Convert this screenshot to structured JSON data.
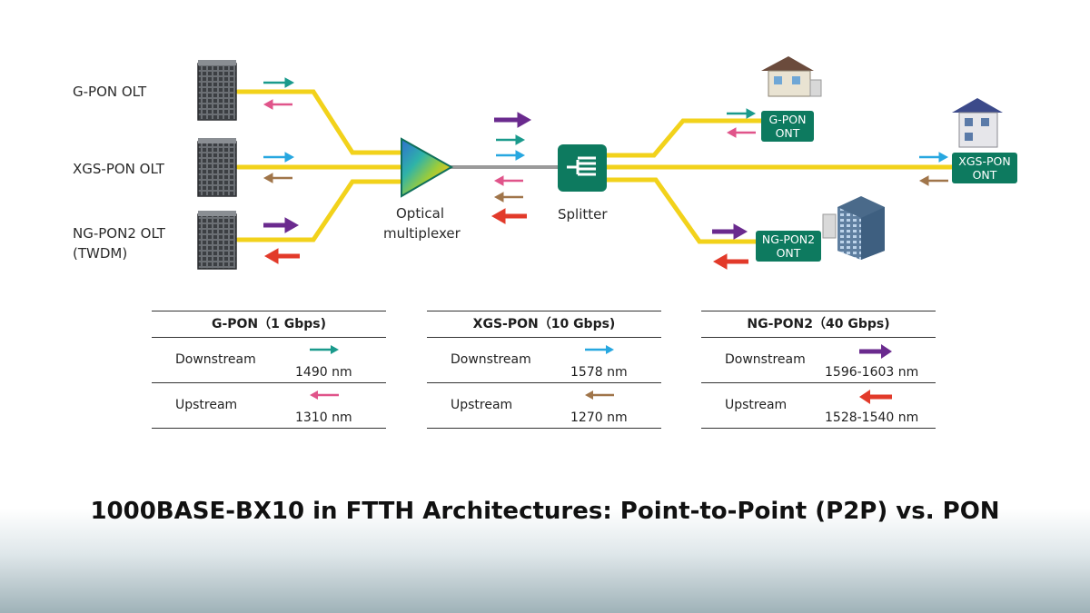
{
  "olts": [
    {
      "label": "G-PON OLT"
    },
    {
      "label": "XGS-PON OLT"
    },
    {
      "label": "NG-PON2 OLT",
      "sublabel": "(TWDM)"
    }
  ],
  "multiplexer": {
    "line1": "Optical",
    "line2": "multiplexer"
  },
  "splitter": {
    "label": "Splitter"
  },
  "onts": [
    {
      "line1": "G-PON",
      "line2": "ONT"
    },
    {
      "line1": "XGS-PON",
      "line2": "ONT"
    },
    {
      "line1": "NG-PON2",
      "line2": "ONT"
    }
  ],
  "colors": {
    "fiber": "#f2d21b",
    "trunk": "#9a9a9a",
    "gpon_down": "#1a9a8c",
    "gpon_up": "#e0548a",
    "xgs_down": "#27a7e0",
    "xgs_up": "#a0754a",
    "ng_down": "#6a2a8e",
    "ng_up": "#e23a2a",
    "ont_badge": "#0d7a5f"
  },
  "tables": [
    {
      "title": "G-PON（1 Gbps)",
      "downstream_label": "Downstream",
      "downstream_nm": "1490 nm",
      "upstream_label": "Upstream",
      "upstream_nm": "1310 nm"
    },
    {
      "title": "XGS-PON（10 Gbps)",
      "downstream_label": "Downstream",
      "downstream_nm": "1578 nm",
      "upstream_label": "Upstream",
      "upstream_nm": "1270 nm"
    },
    {
      "title": "NG-PON2（40 Gbps)",
      "downstream_label": "Downstream",
      "downstream_nm": "1596-1603 nm",
      "upstream_label": "Upstream",
      "upstream_nm": "1528-1540 nm"
    }
  ],
  "page_title": "1000BASE-BX10 in FTTH Architectures: Point-to-Point (P2P) vs. PON"
}
